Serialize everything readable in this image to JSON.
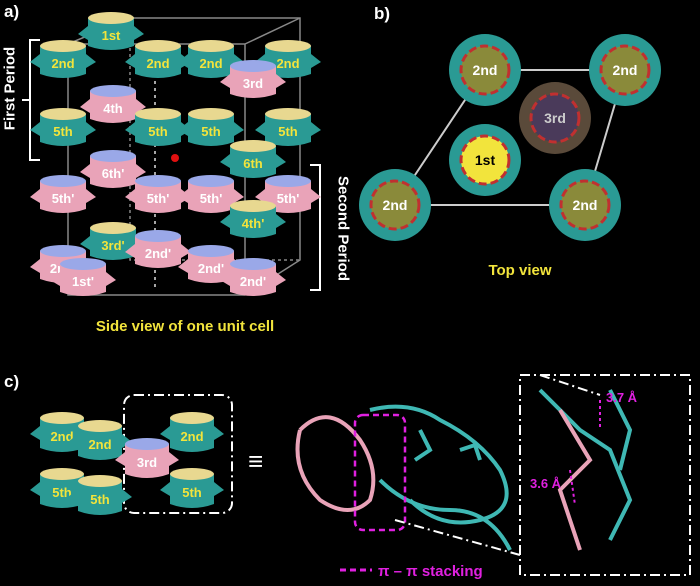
{
  "panels": {
    "a": "a)",
    "b": "b)",
    "c": "c)"
  },
  "periods": {
    "first": "First Period",
    "second": "Second Period"
  },
  "captions": {
    "side_view": "Side view of one unit cell",
    "top_view": "Top view",
    "stacking": "π – π stacking",
    "equiv": "≡"
  },
  "distances": {
    "d1": "3.7 Å",
    "d2": "3.6 Å"
  },
  "unit_cell_labels": [
    {
      "t": "1st",
      "kind": "teal"
    },
    {
      "t": "2nd",
      "kind": "teal"
    },
    {
      "t": "2nd",
      "kind": "teal"
    },
    {
      "t": "2nd",
      "kind": "teal"
    },
    {
      "t": "2nd",
      "kind": "teal"
    },
    {
      "t": "4th",
      "kind": "pink"
    },
    {
      "t": "3rd",
      "kind": "pink"
    },
    {
      "t": "5th",
      "kind": "teal"
    },
    {
      "t": "5th",
      "kind": "teal"
    },
    {
      "t": "5th",
      "kind": "teal"
    },
    {
      "t": "5th",
      "kind": "teal"
    },
    {
      "t": "6th",
      "kind": "teal"
    },
    {
      "t": "6th'",
      "kind": "pink"
    },
    {
      "t": "5th'",
      "kind": "pink"
    },
    {
      "t": "5th'",
      "kind": "pink"
    },
    {
      "t": "5th'",
      "kind": "pink"
    },
    {
      "t": "5th'",
      "kind": "pink"
    },
    {
      "t": "4th'",
      "kind": "teal"
    },
    {
      "t": "3rd'",
      "kind": "teal"
    },
    {
      "t": "2nd'",
      "kind": "pink"
    },
    {
      "t": "2nd'",
      "kind": "pink"
    },
    {
      "t": "2nd'",
      "kind": "pink"
    },
    {
      "t": "2nd'",
      "kind": "pink"
    },
    {
      "t": "1st'",
      "kind": "pink"
    }
  ],
  "top_labels": [
    "2nd",
    "2nd",
    "3rd",
    "1st",
    "2nd",
    "2nd"
  ],
  "c_labels": [
    "2nd",
    "2nd",
    "5th",
    "5th",
    "3rd",
    "2nd",
    "5th"
  ],
  "colors": {
    "teal": "#2a9a94",
    "pink": "#e9a3b8",
    "yellow": "#f2e43c",
    "magenta": "#e020e0"
  }
}
